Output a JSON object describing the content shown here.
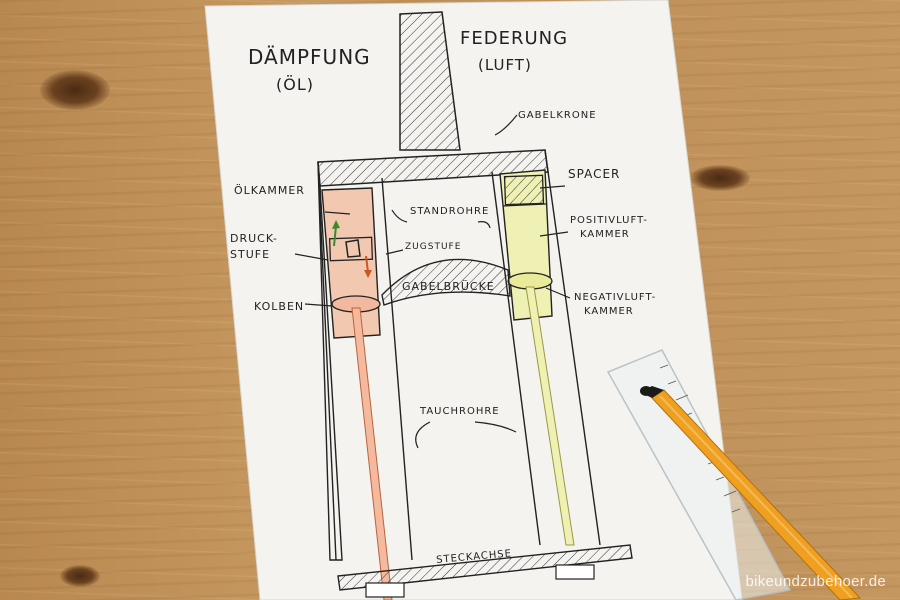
{
  "sketch": {
    "title_left": "DÄMPFUNG",
    "title_left_sub": "(ÖL)",
    "title_right": "FEDERUNG",
    "title_right_sub": "(LUFT)",
    "labels": {
      "gabelkrone": "GABELKRONE",
      "oelkammer": "ÖLKAMMER",
      "spacer": "SPACER",
      "standrohre": "STANDROHRE",
      "druckstufe_1": "DRUCK-",
      "druckstufe_2": "STUFE",
      "zugstufe": "ZUGSTUFE",
      "positivluft_1": "POSITIVLUFT-",
      "positivluft_2": "KAMMER",
      "gabelbruecke": "GABELBRÜCKE",
      "kolben": "KOLBEN",
      "negativluft_1": "NEGATIVLUFT-",
      "negativluft_2": "KAMMER",
      "tauchrohre": "TAUCHROHRE",
      "steckachse": "STECKACHSE"
    }
  },
  "watermark": "bikeundzubehoer.de",
  "colors": {
    "wood": "#bf9058",
    "paper": "#f4f3ef",
    "oil_fill": "#f2c9b0",
    "air_fill": "#eef0b4",
    "ink": "#222222",
    "pen_body": "#f0a020",
    "pen_tip": "#1a1a1a"
  },
  "icons": {
    "pen": "ballpoint-pen-icon",
    "ruler": "ruler-icon"
  }
}
